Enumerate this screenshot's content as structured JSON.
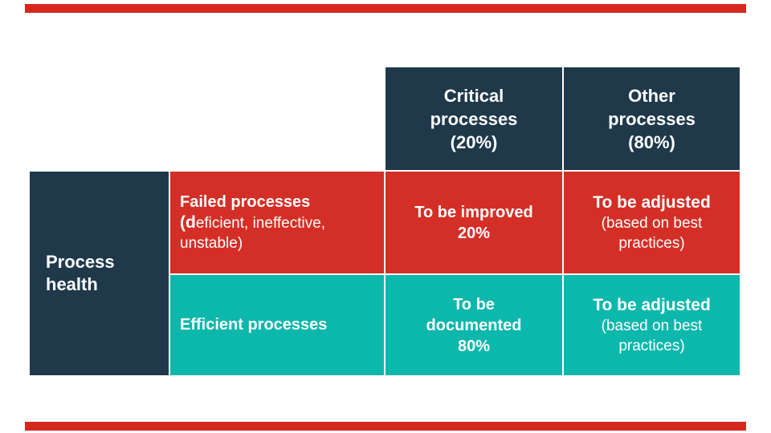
{
  "slide": {
    "background": "#ffffff",
    "accent_bar_color": "#d5281e"
  },
  "colors": {
    "header_navy": "#1f394b",
    "failed_red": "#d42f27",
    "efficient_teal": "#0cb7ac",
    "cell_text": "#ffffff"
  },
  "matrix": {
    "row_axis_title": "Process health",
    "column_headers": {
      "critical": {
        "lines": [
          "Critical",
          "processes",
          "(20%)"
        ]
      },
      "other": {
        "lines": [
          "Other",
          "processes",
          "(80%)"
        ]
      }
    },
    "rows": [
      {
        "label": {
          "title": "Failed processes",
          "subtitle": "(deficient, ineffective, unstable)"
        },
        "critical": {
          "lines": [
            "To be improved",
            "20%"
          ]
        },
        "other": {
          "title": "To be adjusted",
          "subtitle": "(based on best practices)"
        }
      },
      {
        "label": {
          "title": "Efficient processes"
        },
        "critical": {
          "lines": [
            "To be",
            "documented",
            "80%"
          ]
        },
        "other": {
          "title": "To be adjusted",
          "subtitle": "(based on best practices)"
        }
      }
    ]
  }
}
